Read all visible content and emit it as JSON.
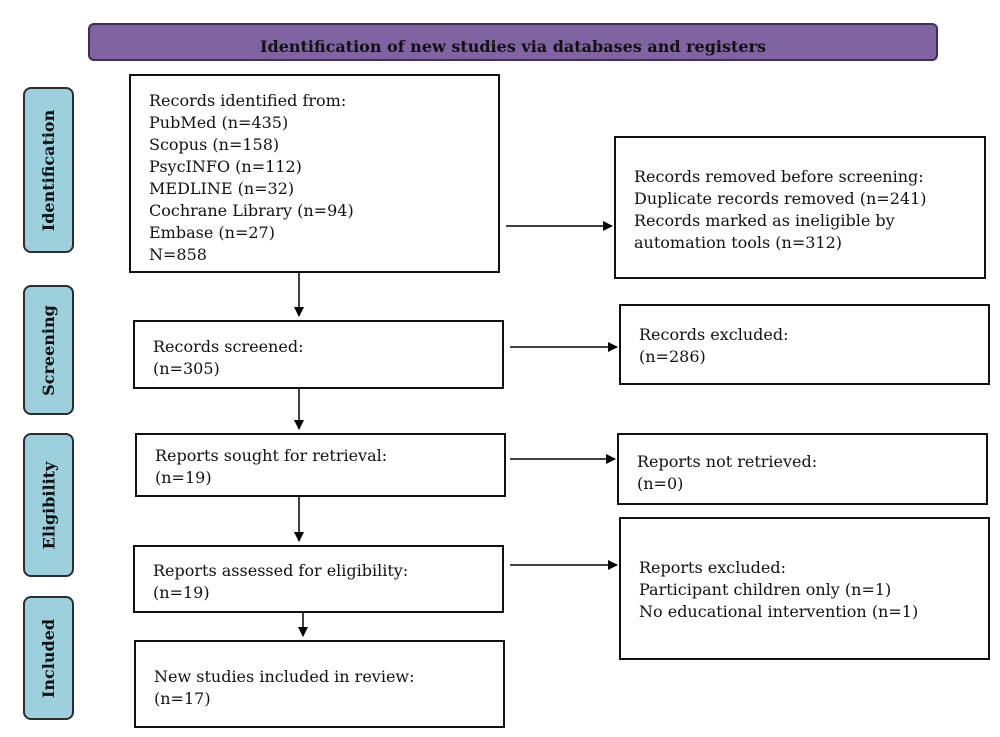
{
  "header": {
    "title": "Identification of new studies via databases and registers"
  },
  "stages": {
    "identification": "Identification",
    "screening": "Screening",
    "eligibility": "Eligibility",
    "included": "Included"
  },
  "boxes": {
    "identified": {
      "lines": [
        "Records identified from:",
        "PubMed (n=435)",
        "Scopus (n=158)",
        "PsycINFO (n=112)",
        "MEDLINE (n=32)",
        "Cochrane Library (n=94)",
        "Embase (n=27)",
        "N=858"
      ]
    },
    "removed": {
      "lines": [
        "Records removed before screening:",
        "Duplicate records removed (n=241)",
        "Records marked as ineligible by",
        "automation tools (n=312)"
      ]
    },
    "screened": {
      "lines": [
        "Records screened:",
        "(n=305)"
      ]
    },
    "excluded": {
      "lines": [
        "Records excluded:",
        "(n=286)"
      ]
    },
    "sought": {
      "lines": [
        "Reports sought for retrieval:",
        "(n=19)"
      ]
    },
    "not_retrieved": {
      "lines": [
        "Reports not retrieved:",
        "(n=0)"
      ]
    },
    "assessed": {
      "lines": [
        "Reports assessed for eligibility:",
        "(n=19)"
      ]
    },
    "reports_excluded": {
      "lines": [
        "Reports excluded:",
        "Participant children only (n=1)",
        "No educational intervention (n=1)"
      ]
    },
    "included": {
      "lines": [
        "New studies included in review:",
        "(n=17)"
      ]
    }
  }
}
